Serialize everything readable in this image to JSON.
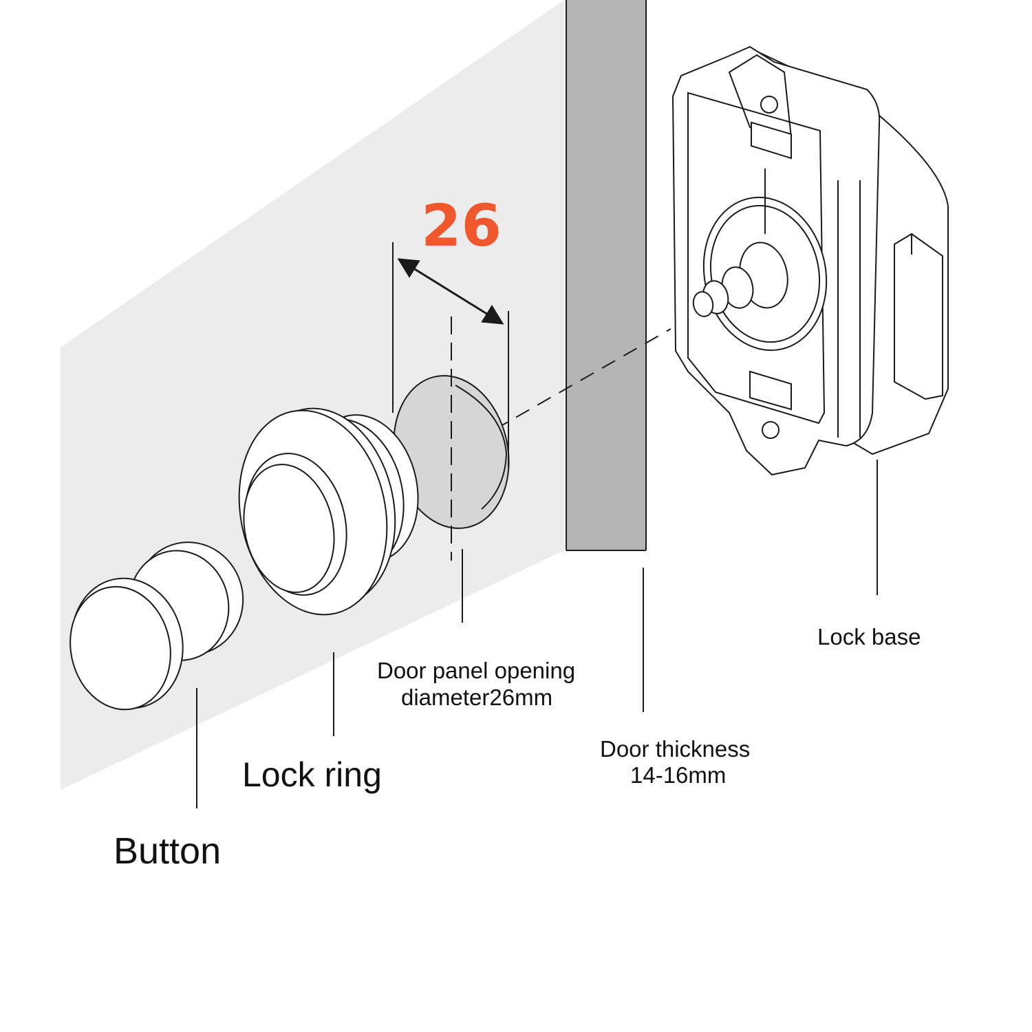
{
  "dimension": {
    "value": "26",
    "color": "#f0572d"
  },
  "colors": {
    "line": "#1a1a1a",
    "panel_face": "#ececec",
    "panel_edge": "#b5b5b5",
    "hole_fill": "#d6d6d6"
  },
  "labels": {
    "button": "Button",
    "lock_ring": "Lock ring",
    "opening_line1": "Door panel opening",
    "opening_line2": "diameter26mm",
    "thickness_line1": "Door thickness",
    "thickness_line2": "14-16mm",
    "lock_base": "Lock base"
  }
}
